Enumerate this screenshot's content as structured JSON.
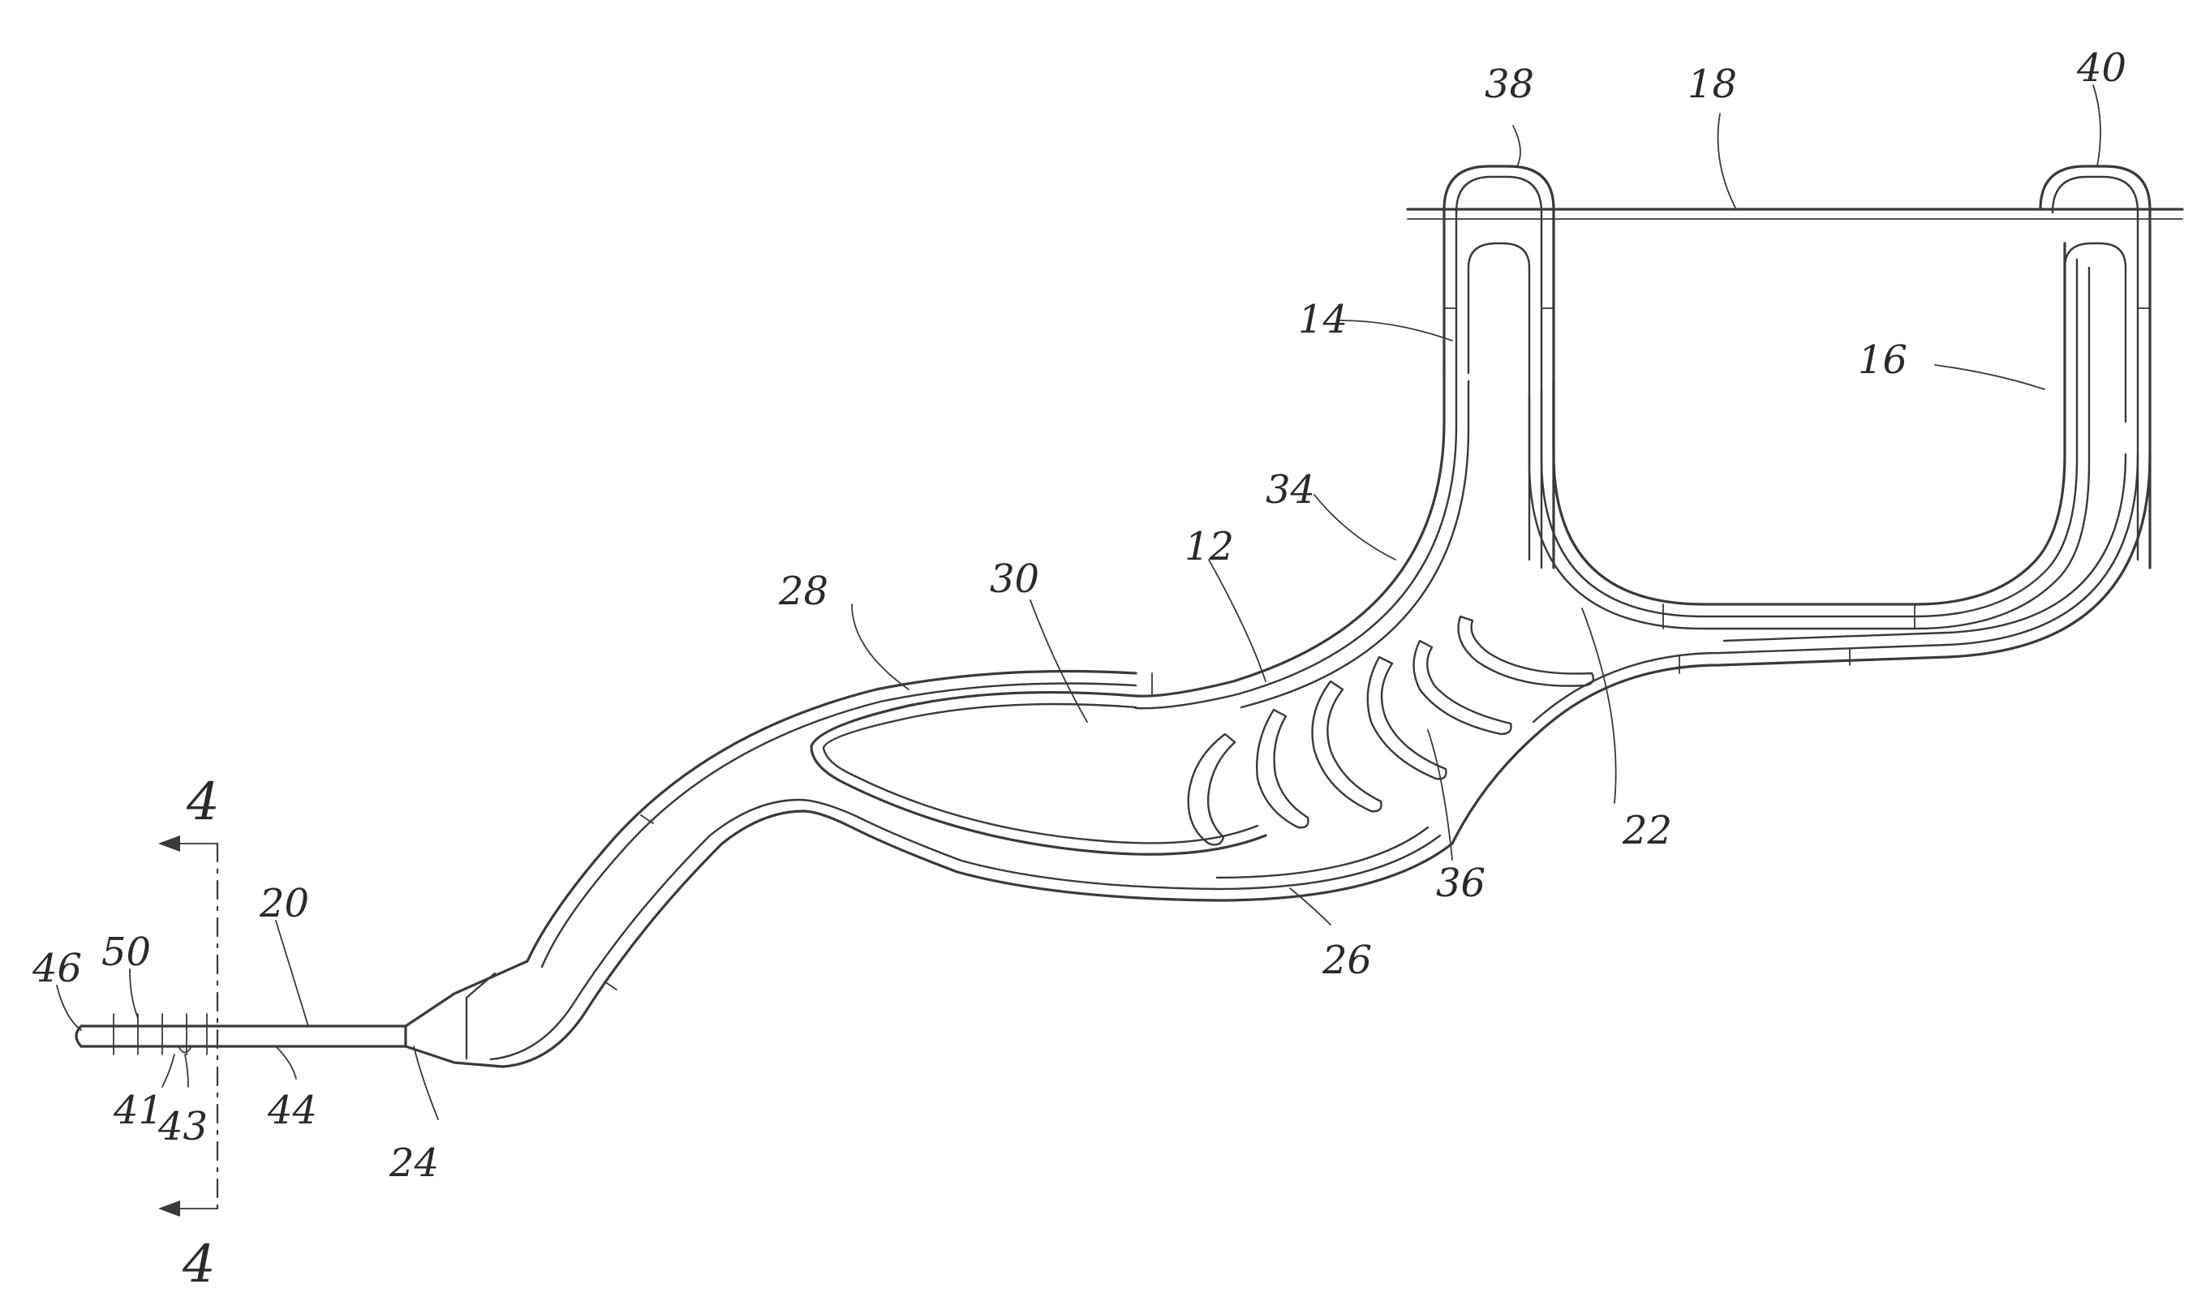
{
  "figure": {
    "labels": {
      "l38": "38",
      "l18": "18",
      "l40": "40",
      "l14": "14",
      "l16": "16",
      "l34": "34",
      "l12": "12",
      "l28": "28",
      "l30": "30",
      "l22": "22",
      "l36": "36",
      "l26": "26",
      "l20": "20",
      "l46": "46",
      "l50": "50",
      "l41": "41",
      "l43": "43",
      "l44": "44",
      "l24": "24"
    },
    "section_marks": {
      "top": "4",
      "bottom": "4"
    }
  }
}
